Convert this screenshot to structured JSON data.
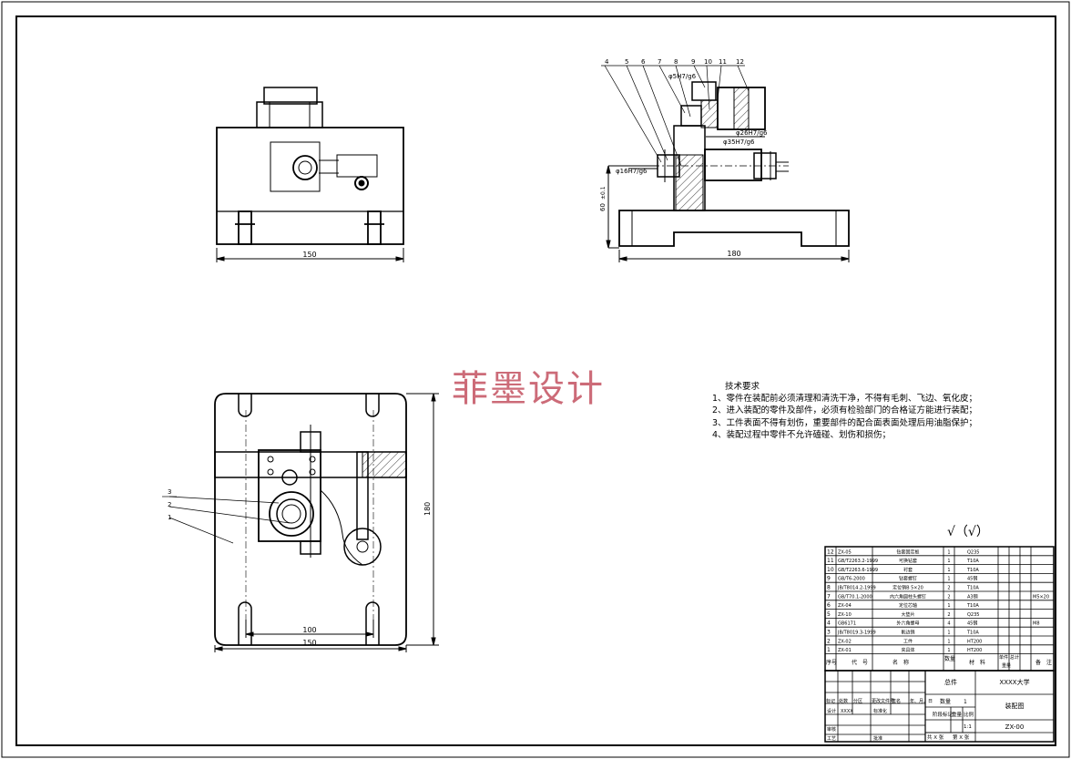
{
  "watermark": "菲墨设计",
  "roughness_note": "√（√）",
  "tech_requirements": {
    "title": "技术要求",
    "items": [
      "1、零件在装配前必须清理和清洗干净，不得有毛刺、飞边、氧化皮；",
      "2、进入装配的零件及部件，必须有检验部门的合格证方能进行装配；",
      "3、工件表面不得有划伤，重要部件的配合面表面处理后用油脂保护；",
      "4、装配过程中零件不允许磕碰、划伤和损伤；"
    ]
  },
  "dimensions": {
    "front_width": "150",
    "side_width": "180",
    "side_height": "60",
    "side_height_tol": "±0.1",
    "top_inner": "100",
    "top_width": "150",
    "top_height": "180",
    "fit_1": "φ5H7/g6",
    "fit_2": "φ26H7/g6",
    "fit_3": "φ35H7/g6",
    "fit_4": "φ16H7/g6"
  },
  "side_balloons": [
    "4",
    "5",
    "6",
    "7",
    "8",
    "9",
    "10",
    "11",
    "12"
  ],
  "top_balloons": [
    "3",
    "2",
    "1"
  ],
  "bom": {
    "rows": [
      {
        "no": "12",
        "code": "ZX-05",
        "name": "钻套固定板",
        "qty": "1",
        "mat": "Q235",
        "note": ""
      },
      {
        "no": "11",
        "code": "GB/T2263.2-1999",
        "name": "可换钻套",
        "qty": "1",
        "mat": "T10A",
        "note": ""
      },
      {
        "no": "10",
        "code": "GB/T2263.6-1999",
        "name": "衬套",
        "qty": "1",
        "mat": "T10A",
        "note": ""
      },
      {
        "no": "9",
        "code": "GB/T6-2000",
        "name": "钻套螺钉",
        "qty": "1",
        "mat": "45钢",
        "note": ""
      },
      {
        "no": "8",
        "code": "JB/T8014.2-1999",
        "name": "定位销B 5×20",
        "qty": "2",
        "mat": "T10A",
        "note": ""
      },
      {
        "no": "7",
        "code": "GB/T70.1-2000",
        "name": "内六角圆柱头螺钉",
        "qty": "2",
        "mat": "A3钢",
        "note": "M5×20"
      },
      {
        "no": "6",
        "code": "ZX-04",
        "name": "定位芯轴",
        "qty": "1",
        "mat": "T10A",
        "note": ""
      },
      {
        "no": "5",
        "code": "ZX-10",
        "name": "大垫片",
        "qty": "2",
        "mat": "Q235",
        "note": ""
      },
      {
        "no": "4",
        "code": "GB6171",
        "name": "外六角螺母",
        "qty": "4",
        "mat": "45钢",
        "note": "M8"
      },
      {
        "no": "3",
        "code": "JB/T8019.3-1999",
        "name": "削边销",
        "qty": "1",
        "mat": "T10A",
        "note": ""
      },
      {
        "no": "2",
        "code": "ZX-02",
        "name": "工件",
        "qty": "1",
        "mat": "HT200",
        "note": ""
      },
      {
        "no": "1",
        "code": "ZX-01",
        "name": "夹具体",
        "qty": "1",
        "mat": "HT200",
        "note": ""
      }
    ],
    "header": {
      "no": "序号",
      "code": "代　号",
      "name": "名　称",
      "qty": "数量",
      "mat": "材　料",
      "single": "单件",
      "total": "总计",
      "weight": "重量",
      "note": "备　注"
    }
  },
  "title_block": {
    "part_name": "总件",
    "school": "XXXX大学",
    "qty_label": "数量",
    "qty_value": "1",
    "drawing_name": "装配图",
    "stage_label": "阶段标记",
    "weight_label": "重量",
    "scale_label": "比例",
    "scale_value": "1:1",
    "drawing_no": "ZX-00",
    "sheets": "共 X 张",
    "sheet_no": "第 X 张",
    "rev_headers": [
      "标记",
      "处数",
      "分区",
      "更改文件号",
      "签名",
      "年、月、日"
    ],
    "rows": [
      "设计",
      "审核",
      "工艺",
      "批准"
    ],
    "designer": "XXXX",
    "std_label": "标准化"
  }
}
